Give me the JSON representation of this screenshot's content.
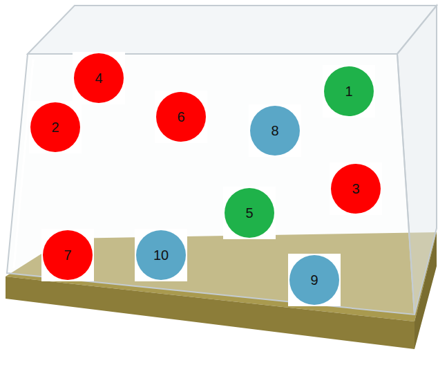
{
  "diagram": {
    "nodes": [
      {
        "text": [
          "4"
        ]
      },
      {
        "text": [
          "1"
        ]
      },
      {
        "text": [
          "6"
        ]
      },
      {
        "text": [
          "2"
        ]
      },
      {
        "text": [
          "8"
        ]
      },
      {
        "text": [
          "3"
        ]
      },
      {
        "text": [
          "5"
        ]
      },
      {
        "text": [
          "7"
        ]
      },
      {
        "text": [
          "10"
        ]
      },
      {
        "text": [
          "9"
        ]
      }
    ]
  }
}
